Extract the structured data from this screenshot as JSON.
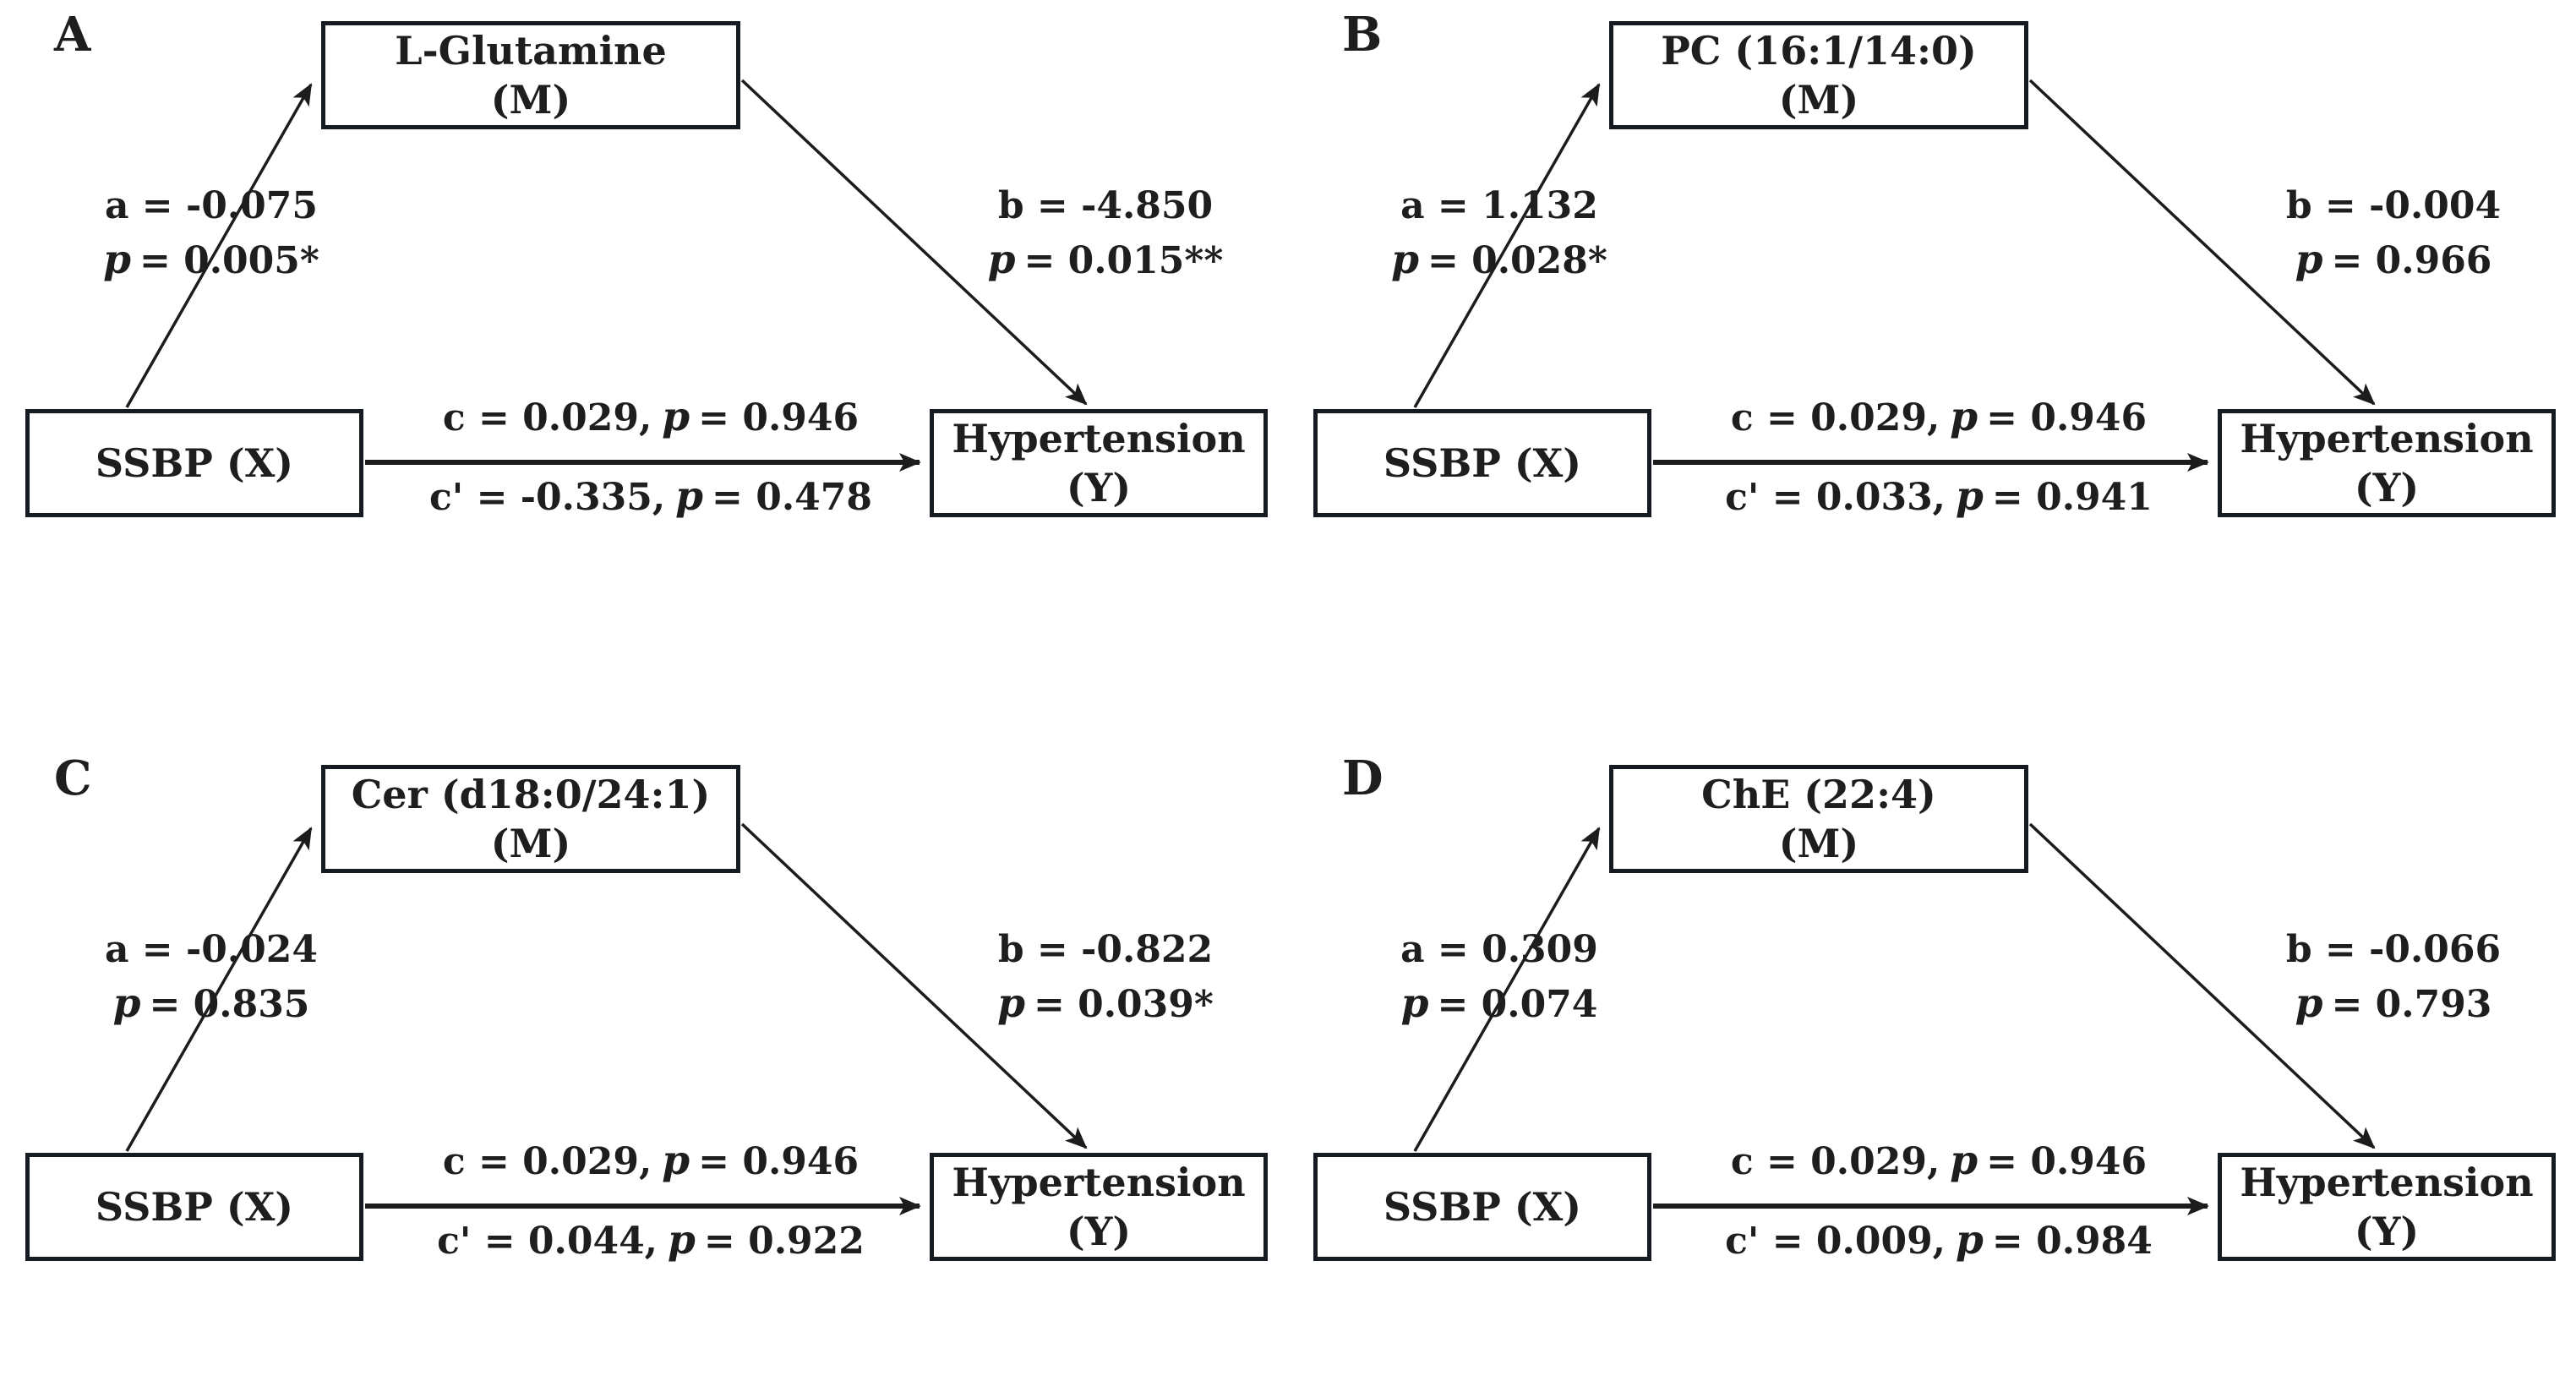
{
  "p_symbol": "p",
  "panels": [
    {
      "letter": "A",
      "mediator": {
        "line1": "L-Glutamine",
        "line2": "(M)"
      },
      "x_label": "SSBP (X)",
      "y_label": "Hypertension (Y)",
      "path_a": {
        "coef": "a = -0.075",
        "p": "= 0.005*"
      },
      "path_b": {
        "coef": "b = -4.850",
        "p": "= 0.015**"
      },
      "path_c": {
        "coef": "c =  0.029,",
        "p": "= 0.946"
      },
      "path_c_prime": {
        "coef": "c' = -0.335,",
        "p": "= 0.478"
      }
    },
    {
      "letter": "B",
      "mediator": {
        "line1": "PC (16:1/14:0)",
        "line2": "(M)"
      },
      "x_label": "SSBP (X)",
      "y_label": "Hypertension (Y)",
      "path_a": {
        "coef": "a = 1.132",
        "p": "= 0.028*"
      },
      "path_b": {
        "coef": "b = -0.004",
        "p": "= 0.966"
      },
      "path_c": {
        "coef": "c = 0.029,",
        "p": "= 0.946"
      },
      "path_c_prime": {
        "coef": "c' = 0.033,",
        "p": "= 0.941"
      }
    },
    {
      "letter": "C",
      "mediator": {
        "line1": "Cer (d18:0/24:1)",
        "line2": "(M)"
      },
      "x_label": "SSBP (X)",
      "y_label": "Hypertension (Y)",
      "path_a": {
        "coef": "a = -0.024",
        "p": "= 0.835"
      },
      "path_b": {
        "coef": "b = -0.822",
        "p": "= 0.039*"
      },
      "path_c": {
        "coef": "c = 0.029,",
        "p": "= 0.946"
      },
      "path_c_prime": {
        "coef": "c' = 0.044,",
        "p": "= 0.922"
      }
    },
    {
      "letter": "D",
      "mediator": {
        "line1": "ChE (22:4)",
        "line2": "(M)"
      },
      "x_label": "SSBP (X)",
      "y_label": "Hypertension (Y)",
      "path_a": {
        "coef": "a = 0.309",
        "p": "= 0.074"
      },
      "path_b": {
        "coef": "b = -0.066",
        "p": "= 0.793"
      },
      "path_c": {
        "coef": "c = 0.029,",
        "p": "= 0.946"
      },
      "path_c_prime": {
        "coef": "c' = 0.009,",
        "p": "= 0.984"
      }
    }
  ]
}
